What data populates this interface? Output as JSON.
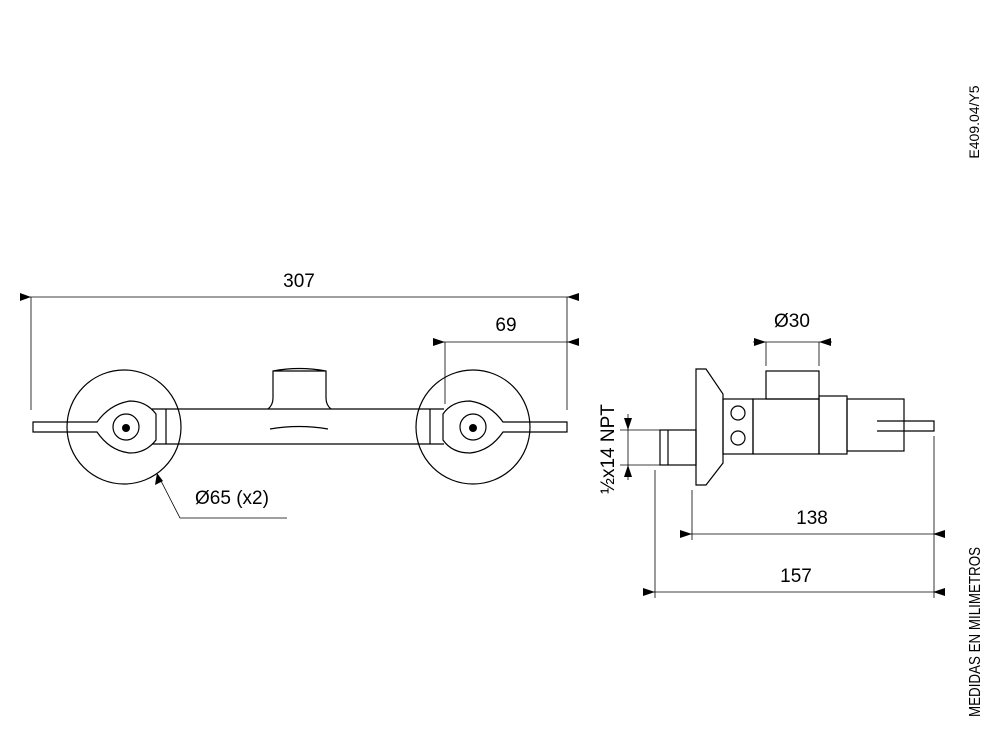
{
  "drawing": {
    "code": "E409.04/Y5",
    "units_note": "MEDIDAS EN MILIMETROS",
    "dimensions": {
      "overall_width": "307",
      "handle_offset": "69",
      "escutcheon_diameter": "Ø65 (x2)",
      "outlet_diameter": "Ø30",
      "thread": "½x14 NPT",
      "depth_inner": "138",
      "depth_total": "157"
    }
  }
}
